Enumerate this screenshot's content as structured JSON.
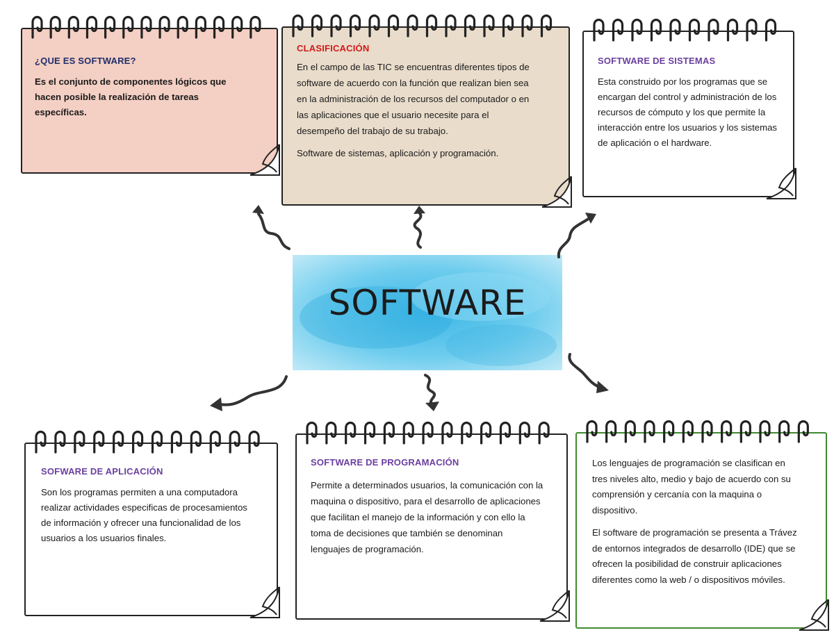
{
  "center": {
    "title": "SOFTWARE"
  },
  "cards": {
    "que_es": {
      "title": "¿QUE ES SOFTWARE?",
      "paragraphs": [
        "Es el conjunto de componentes lógicos que hacen posible la realización de tareas específicas."
      ]
    },
    "clasificacion": {
      "title": "CLASIFICACIÓN",
      "paragraphs": [
        "En el campo de las TIC se encuentras diferentes tipos de software de acuerdo con la función que realizan bien sea en la administración de los recursos del computador o en las aplicaciones que el usuario necesite para el desempeño del trabajo de su trabajo.",
        "Software de sistemas, aplicación y programación."
      ]
    },
    "sistemas": {
      "title": "SOFTWARE DE SISTEMAS",
      "paragraphs": [
        "Esta construido por los programas que se encargan del control y administración de los recursos de cómputo y los que permite la interacción entre los usuarios y los sistemas de aplicación o el hardware."
      ]
    },
    "aplicacion": {
      "title": "SOFWARE DE APLICACIÓN",
      "paragraphs": [
        "Son los programas permiten a una computadora realizar actividades especificas de procesamientos de información y ofrecer una funcionalidad de los usuarios a los usuarios finales."
      ]
    },
    "programacion": {
      "title": "SOFTWARE DE PROGRAMACIÓN",
      "paragraphs": [
        "Permite a determinados usuarios, la comunicación con la maquina o dispositivo, para el desarrollo de aplicaciones que facilitan el manejo de la información y con ello la toma de decisiones que también se denominan lenguajes de programación."
      ]
    },
    "lenguajes": {
      "paragraphs": [
        "Los lenguajes de programación se clasifican en tres niveles alto, medio y bajo de acuerdo con su comprensión y cercanía con la maquina o dispositivo.",
        "El software de programación se presenta a Trávez de entornos integrados de desarrollo (IDE) que se ofrecen la posibilidad de construir aplicaciones diferentes como la web / o dispositivos móviles."
      ]
    }
  },
  "colors": {
    "que_es_bg": "#f4cfc3",
    "clasificacion_bg": "#e9dccb",
    "default_bg": "#ffffff",
    "title_purple": "#6b3fa0",
    "title_navy": "#1f2f6b",
    "title_red": "#d11a1a",
    "watercolor_blue": "#4fc0e8",
    "green_border": "#3f8a2f"
  }
}
